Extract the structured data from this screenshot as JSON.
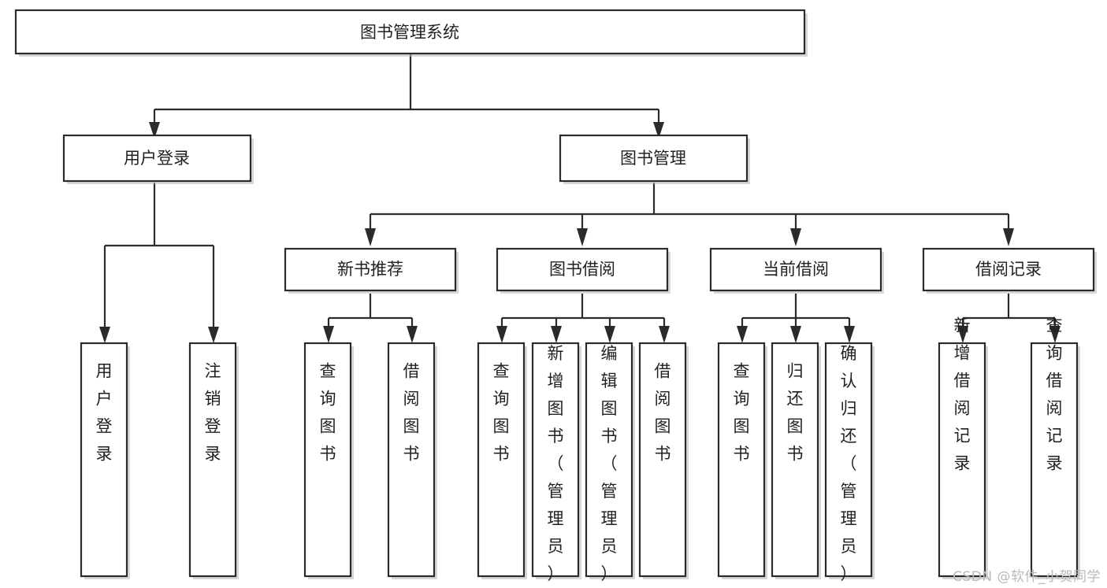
{
  "diagram": {
    "title": "图书管理系统",
    "type": "tree-hierarchy",
    "colors": {
      "stroke": "#2b2b2b",
      "box_fill": "#ffffff",
      "text": "#231f20",
      "shadow": "#b8b8b8",
      "watermark": "#b9b9b9",
      "background": "#ffffff"
    },
    "root": {
      "label": "图书管理系统"
    },
    "level1": [
      {
        "label": "用户登录"
      },
      {
        "label": "图书管理"
      }
    ],
    "level2": [
      {
        "label": "新书推荐"
      },
      {
        "label": "图书借阅"
      },
      {
        "label": "当前借阅"
      },
      {
        "label": "借阅记录"
      }
    ],
    "leaves": {
      "user_login": [
        {
          "label": "用户登录"
        },
        {
          "label": "注销登录"
        }
      ],
      "new_book_recommend": [
        {
          "label": "查询图书"
        },
        {
          "label": "借阅图书"
        }
      ],
      "book_borrow": [
        {
          "label": "查询图书"
        },
        {
          "label": "新增图书（管理员）"
        },
        {
          "label": "编辑图书（管理员）"
        },
        {
          "label": "借阅图书"
        }
      ],
      "current_borrow": [
        {
          "label": "查询图书"
        },
        {
          "label": "归还图书"
        },
        {
          "label": "确认归还（管理员）"
        }
      ],
      "borrow_record": [
        {
          "label": "新增借阅记录"
        },
        {
          "label": "查询借阅记录"
        }
      ]
    }
  },
  "watermark": {
    "text": "CSDN @软件_小贺同学"
  }
}
